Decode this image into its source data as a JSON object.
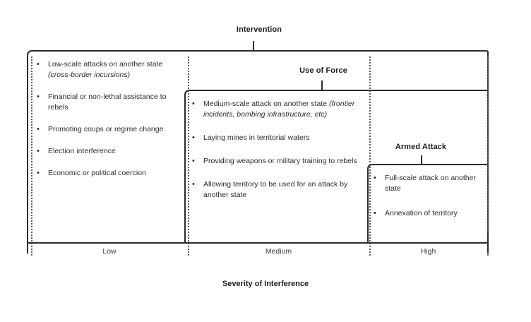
{
  "figure": {
    "axis_title": "Severity of Interference"
  },
  "tiers": [
    {
      "key": "intervention",
      "label": "Intervention"
    },
    {
      "key": "use_of_force",
      "label": "Use of Force"
    },
    {
      "key": "armed_attack",
      "label": "Armed Attack"
    }
  ],
  "axis": {
    "ticks": [
      {
        "label": "Low"
      },
      {
        "label": "Medium"
      },
      {
        "label": "High"
      }
    ],
    "title": "Severity of Interference"
  },
  "columns": {
    "low": {
      "severity": "Low",
      "bullet_glyph": "•",
      "items": [
        {
          "lead": "Low-scale attacks on another state ",
          "emphasis": "(cross-border incursions)",
          "trail": ""
        },
        {
          "lead": "Financial or non-lethal assistance to rebels",
          "emphasis": "",
          "trail": ""
        },
        {
          "lead": "Promoting coups or regime change",
          "emphasis": "",
          "trail": ""
        },
        {
          "lead": "Election interference",
          "emphasis": "",
          "trail": ""
        },
        {
          "lead": "Economic or political coercion",
          "emphasis": "",
          "trail": ""
        }
      ]
    },
    "medium": {
      "severity": "Medium",
      "bullet_glyph": "•",
      "items": [
        {
          "lead": "Medium-scale attack on another state ",
          "emphasis": "(frontier incidents, bombing infrastructure, etc)",
          "trail": ""
        },
        {
          "lead": "Laying mines in territorial waters",
          "emphasis": "",
          "trail": ""
        },
        {
          "lead": "Providing weapons or military training to rebels",
          "emphasis": "",
          "trail": ""
        },
        {
          "lead": "Allowing territory to be used for an attack by another state",
          "emphasis": "",
          "trail": ""
        }
      ]
    },
    "high": {
      "severity": "High",
      "bullet_glyph": "•",
      "items": [
        {
          "lead": "Full-scale attack on another state",
          "emphasis": "",
          "trail": ""
        },
        {
          "lead": "Annexation of territory",
          "emphasis": "",
          "trail": ""
        }
      ]
    }
  },
  "colors": {
    "stroke": "#2b2b2b",
    "text": "#2b2b2b",
    "divider": "#5a5a5a",
    "background": "#ffffff"
  }
}
